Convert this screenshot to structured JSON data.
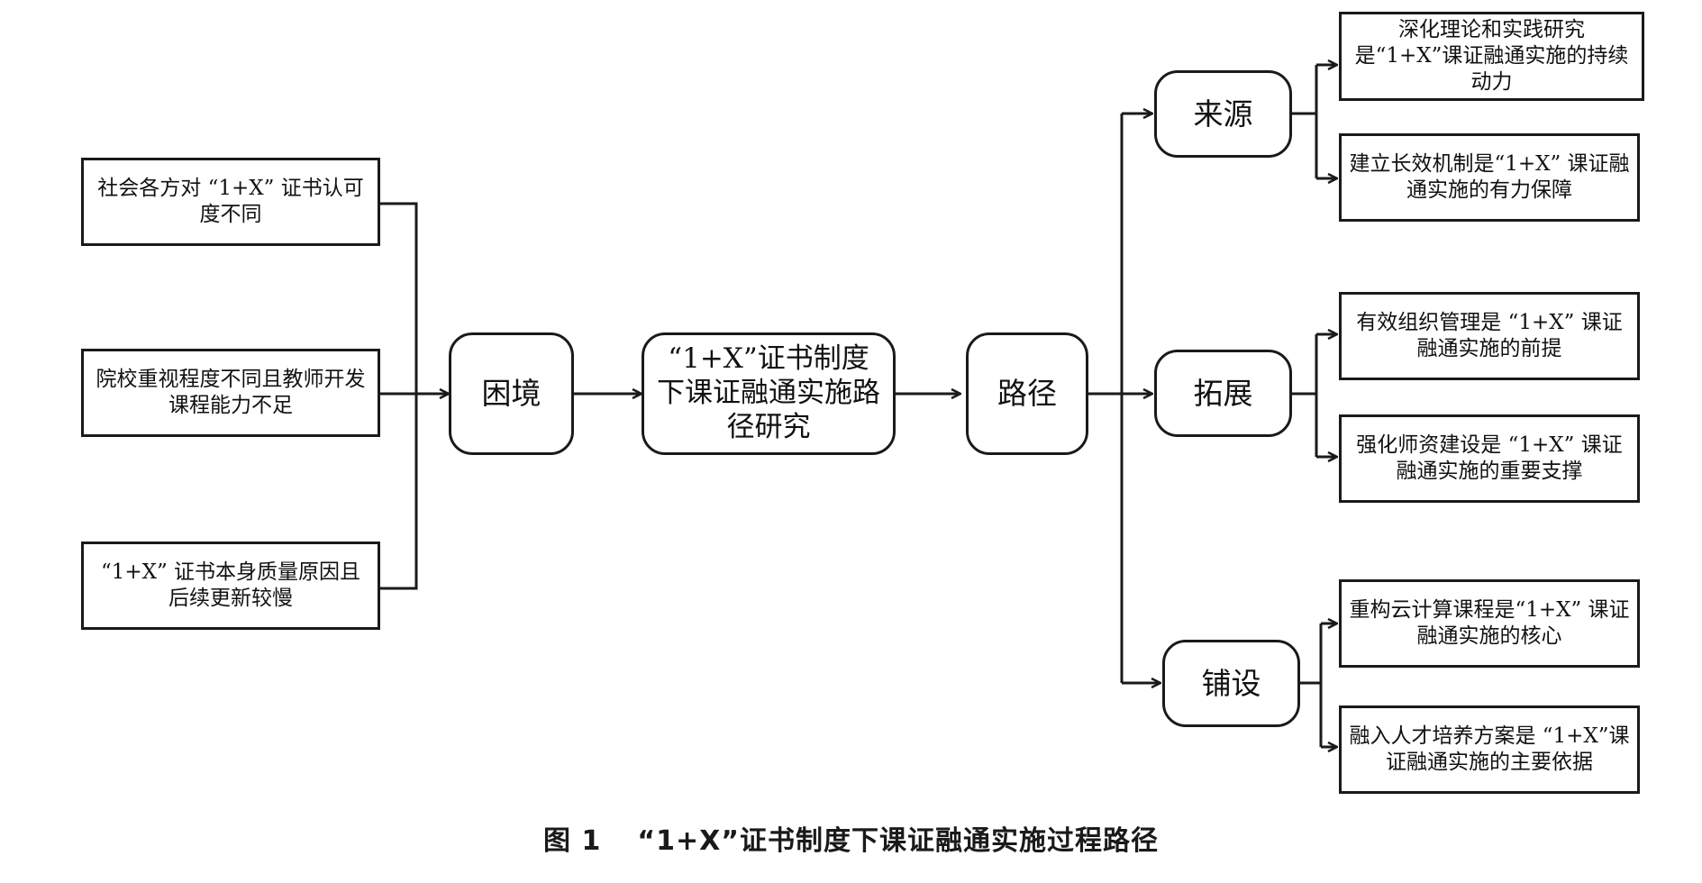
{
  "diagram": {
    "dilemmas": [
      "社会各方对 “1+X” 证书认可度不同",
      "院校重视程度不同且教师开发课程能力不足",
      "“1+X” 证书本身质量原因且后续更新较慢"
    ],
    "hub_dilemma": "困境",
    "center_topic": "“1+X”证书制度下课证融通实施路径研究",
    "hub_path": "路径",
    "branches": [
      {
        "label": "来源",
        "items": [
          "深化理论和实践研究是“1+X”课证融通实施的持续动力",
          "建立长效机制是“1+X” 课证融通实施的有力保障"
        ]
      },
      {
        "label": "拓展",
        "items": [
          "有效组织管理是 “1+X” 课证融通实施的前提",
          "强化师资建设是 “1+X” 课证融通实施的重要支撑"
        ]
      },
      {
        "label": "铺设",
        "items": [
          "重构云计算课程是“1+X” 课证融通实施的核心",
          "融入人才培养方案是 “1+X”课证融通实施的主要依据"
        ]
      }
    ]
  },
  "caption": {
    "figure_number": "图 1",
    "title": "“1+X”证书制度下课证融通实施过程路径"
  }
}
